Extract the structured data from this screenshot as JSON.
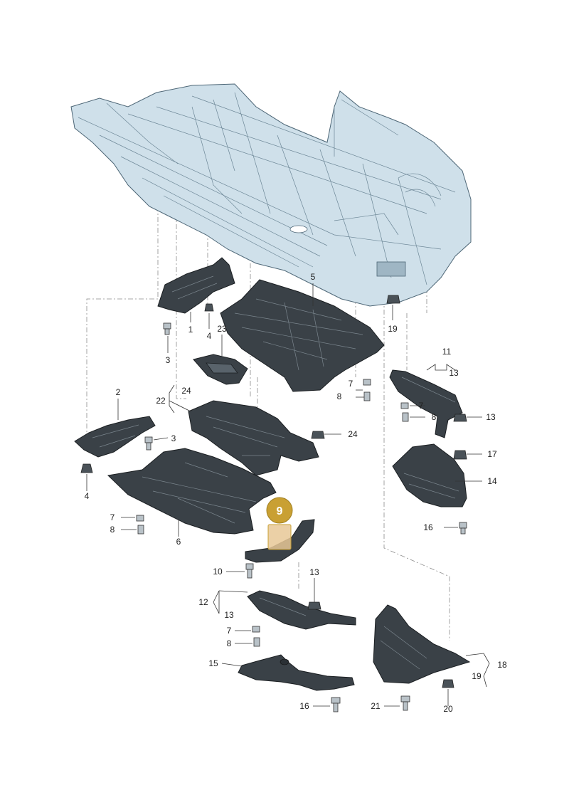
{
  "highlight": {
    "label": "9",
    "badge_color": "#c9a033",
    "part_color": "#e8c896"
  },
  "callouts": [
    {
      "id": "c1",
      "text": "1"
    },
    {
      "id": "c2",
      "text": "2"
    },
    {
      "id": "c3a",
      "text": "3"
    },
    {
      "id": "c3b",
      "text": "3"
    },
    {
      "id": "c4a",
      "text": "4"
    },
    {
      "id": "c4b",
      "text": "4"
    },
    {
      "id": "c5",
      "text": "5"
    },
    {
      "id": "c6",
      "text": "6"
    },
    {
      "id": "c7a",
      "text": "7"
    },
    {
      "id": "c7b",
      "text": "7"
    },
    {
      "id": "c7c",
      "text": "7"
    },
    {
      "id": "c7d",
      "text": "7"
    },
    {
      "id": "c8a",
      "text": "8"
    },
    {
      "id": "c8b",
      "text": "8"
    },
    {
      "id": "c8c",
      "text": "8"
    },
    {
      "id": "c8d",
      "text": "8"
    },
    {
      "id": "c10",
      "text": "10"
    },
    {
      "id": "c11",
      "text": "11"
    },
    {
      "id": "c12",
      "text": "12"
    },
    {
      "id": "c13a",
      "text": "13"
    },
    {
      "id": "c13b",
      "text": "13"
    },
    {
      "id": "c13c",
      "text": "13"
    },
    {
      "id": "c13d",
      "text": "13"
    },
    {
      "id": "c14",
      "text": "14"
    },
    {
      "id": "c15",
      "text": "15"
    },
    {
      "id": "c16a",
      "text": "16"
    },
    {
      "id": "c16b",
      "text": "16"
    },
    {
      "id": "c17",
      "text": "17"
    },
    {
      "id": "c18",
      "text": "18"
    },
    {
      "id": "c19a",
      "text": "19"
    },
    {
      "id": "c19b",
      "text": "19"
    },
    {
      "id": "c20",
      "text": "20"
    },
    {
      "id": "c21",
      "text": "21"
    },
    {
      "id": "c22",
      "text": "22"
    },
    {
      "id": "c23",
      "text": "23"
    },
    {
      "id": "c24a",
      "text": "24"
    },
    {
      "id": "c24b",
      "text": "24"
    }
  ]
}
